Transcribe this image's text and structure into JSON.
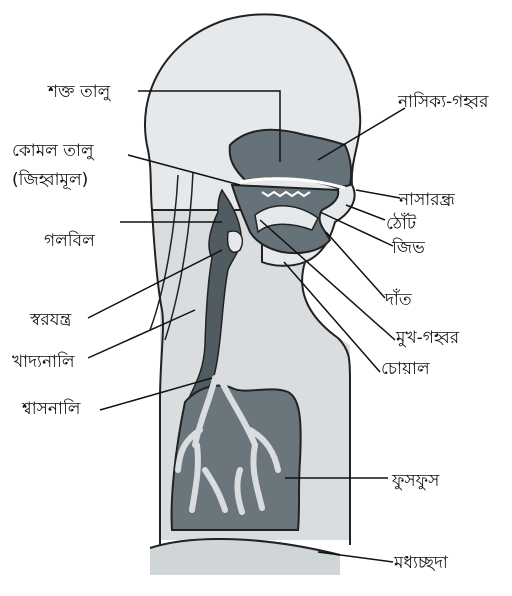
{
  "colors": {
    "body_fill": "#d9dde0",
    "head_fill": "#e4e7ea",
    "cavity_fill": "#5f6a70",
    "dark_tract": "#4e585d",
    "outline": "#222222",
    "line": "#111111"
  },
  "labels": {
    "hard_palate": "শক্ত তালু",
    "nasal_cavity": "নাসিক্য-গহ্বর",
    "soft_palate": "কোমল তালু",
    "soft_palate_alt": "(জিহ্বামূল)",
    "nostril": "নাসারন্ধ্র",
    "lips": "ঠোঁট",
    "pharynx": "গলবিল",
    "tongue": "জিভ",
    "teeth": "দাঁত",
    "larynx": "স্বরযন্ত্র",
    "mouth_cavity": "মুখ-গহ্বর",
    "esophagus": "খাদ্যনালি",
    "jaw": "চোয়াল",
    "trachea": "শ্বাসনালি",
    "lungs": "ফুসফুস",
    "diaphragm": "মধ্যচ্ছদা"
  }
}
